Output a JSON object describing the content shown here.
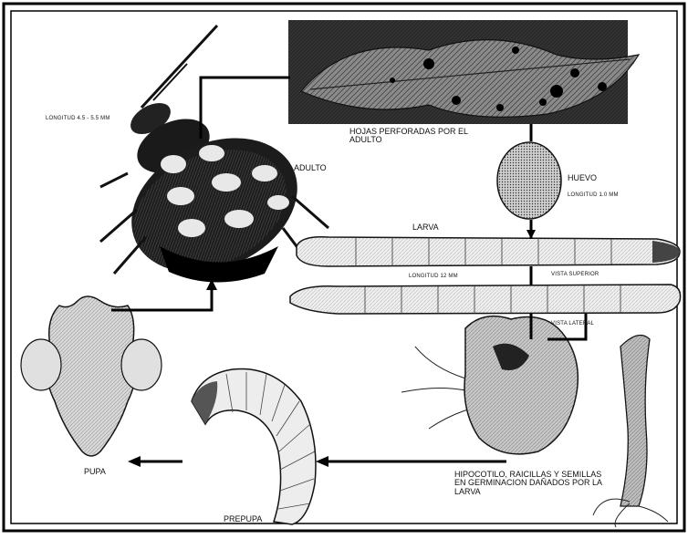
{
  "diagram": {
    "labels": {
      "adult_length": "LONGITUD 4.5 - 5.5 mm",
      "leaves": "HOJAS PERFORADAS POR EL ADULTO",
      "adult": "ADULTO",
      "egg": "HUEVO",
      "egg_length": "LONGITUD 1.0 mm",
      "larva": "LARVA",
      "larva_length": "LONGITUD 12 mm",
      "top_view": "VISTA SUPERIOR",
      "side_view": "VISTA LATERAL",
      "damage": "HIPOCOTILO, RAICILLAS Y SEMILLAS EN GERMINACION DAÑADOS POR LA LARVA",
      "pupa": "PUPA",
      "prepupa": "PREPUPA"
    },
    "colors": {
      "ink": "#111111",
      "paper": "#ffffff",
      "frame": "#000000"
    }
  }
}
